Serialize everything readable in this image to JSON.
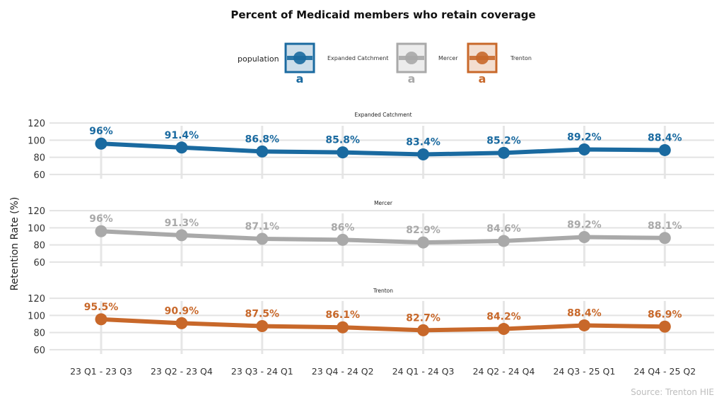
{
  "chart_data": {
    "type": "line",
    "title": "Percent of Medicaid members who retain coverage",
    "ylabel": "Retention Rate (%)",
    "xlabel": "",
    "categories": [
      "23 Q1 - 23 Q3",
      "23 Q2 - 23 Q4",
      "23 Q3 - 24 Q1",
      "23 Q4 - 24 Q2",
      "24 Q1 - 24 Q3",
      "24 Q2 - 24 Q4",
      "24 Q3 - 25 Q1",
      "24 Q4 - 25 Q2"
    ],
    "ylim": [
      55,
      125
    ],
    "yticks": [
      60,
      80,
      100,
      120
    ],
    "grid": true,
    "legend": {
      "title": "population",
      "position": "top",
      "key_glyph_text": "a"
    },
    "series": [
      {
        "name": "Expanded Catchment",
        "color": "#1a6aa0",
        "values": [
          96,
          91.4,
          86.8,
          85.8,
          83.4,
          85.2,
          89.2,
          88.4
        ],
        "labels": [
          "96%",
          "91.4%",
          "86.8%",
          "85.8%",
          "83.4%",
          "85.2%",
          "89.2%",
          "88.4%"
        ]
      },
      {
        "name": "Mercer",
        "color": "#a9a9a9",
        "values": [
          96,
          91.3,
          87.1,
          86,
          82.9,
          84.6,
          89.2,
          88.1
        ],
        "labels": [
          "96%",
          "91.3%",
          "87.1%",
          "86%",
          "82.9%",
          "84.6%",
          "89.2%",
          "88.1%"
        ]
      },
      {
        "name": "Trenton",
        "color": "#c8682a",
        "values": [
          95.5,
          90.9,
          87.5,
          86.1,
          82.7,
          84.2,
          88.4,
          86.9
        ],
        "labels": [
          "95.5%",
          "90.9%",
          "87.5%",
          "86.1%",
          "82.7%",
          "84.2%",
          "88.4%",
          "86.9%"
        ]
      }
    ],
    "caption": "Source: Trenton HIE"
  }
}
